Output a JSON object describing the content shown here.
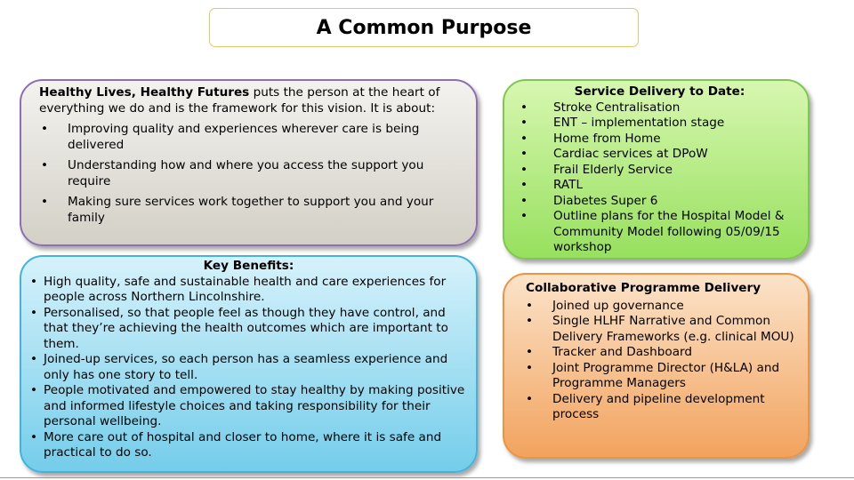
{
  "title": "A Common Purpose",
  "vision": {
    "lead_bold": "Healthy Lives, Healthy Futures",
    "lead_rest": " puts the person at the heart of everything we do and is the framework for this vision. It is about:",
    "items": [
      "Improving quality and experiences wherever care is being delivered",
      "Understanding how and where you access the support  you require",
      "Making sure services work together to support you and your family"
    ]
  },
  "benefits": {
    "heading": "Key Benefits:",
    "items": [
      "High quality, safe and sustainable health and care experiences for people across Northern Lincolnshire.",
      "Personalised, so that people feel as though they have control, and that they’re achieving the health outcomes which are important to them.",
      "Joined-up services, so each person has a seamless experience and only has one story to tell.",
      "People motivated and empowered to stay healthy by making positive and informed lifestyle choices and taking responsibility for their personal wellbeing.",
      "More care out of hospital and closer to home, where it is safe and practical to do so."
    ]
  },
  "service": {
    "heading": "Service Delivery to Date:",
    "items": [
      "Stroke Centralisation",
      "ENT – implementation stage",
      "Home from Home",
      "Cardiac services at DPoW",
      "Frail Elderly Service",
      "RATL",
      "Diabetes Super 6",
      "Outline plans for the Hospital Model & Community Model following 05/09/15 workshop"
    ]
  },
  "collab": {
    "heading": "Collaborative Programme Delivery",
    "items": [
      "Joined up governance",
      "Single HLHF Narrative and Common Delivery Frameworks (e.g. clinical MOU)",
      "Tracker and Dashboard",
      "Joint Programme Director (H&LA) and Programme Managers",
      "Delivery and pipeline development process"
    ]
  },
  "bullet_char": "•",
  "colors": {
    "vision_border": "#8f6fb0",
    "benefits_border": "#3fb4df",
    "service_border": "#7fc850",
    "collab_border": "#ec9440",
    "title_border": "#e2c86a"
  }
}
